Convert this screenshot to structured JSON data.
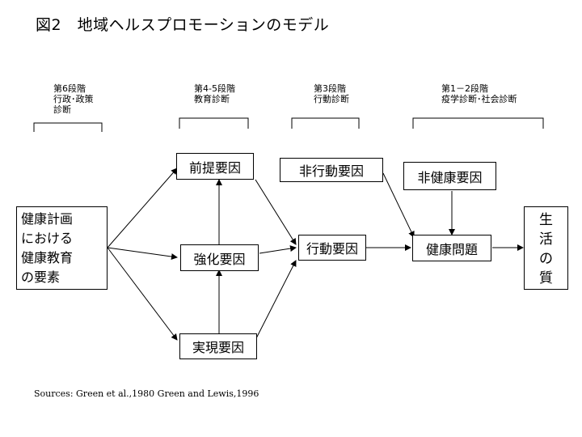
{
  "title": "図2　地域ヘルスプロモーションのモデル",
  "phases": [
    {
      "id": "p6",
      "lines": [
        "第6段階",
        "行政･政策",
        "診断"
      ]
    },
    {
      "id": "p45",
      "lines": [
        "第4-5段階",
        "教育診断"
      ]
    },
    {
      "id": "p3",
      "lines": [
        "第3段階",
        "行動診断"
      ]
    },
    {
      "id": "p12",
      "lines": [
        "第1－2段階",
        "疫学診断･社会診断"
      ]
    }
  ],
  "boxes": {
    "program": [
      "健康計画",
      "における",
      "健康教育",
      "の要素"
    ],
    "predisposing": "前提要因",
    "reinforcing": "強化要因",
    "enabling": "実現要因",
    "nonbehavioral": "非行動要因",
    "behavioral": "行動要因",
    "nonhealth": "非健康要因",
    "health": "健康問題",
    "qol": [
      "生",
      "活",
      "の",
      "質"
    ]
  },
  "source": "Sources: Green et al.,1980 Green and Lewis,1996"
}
